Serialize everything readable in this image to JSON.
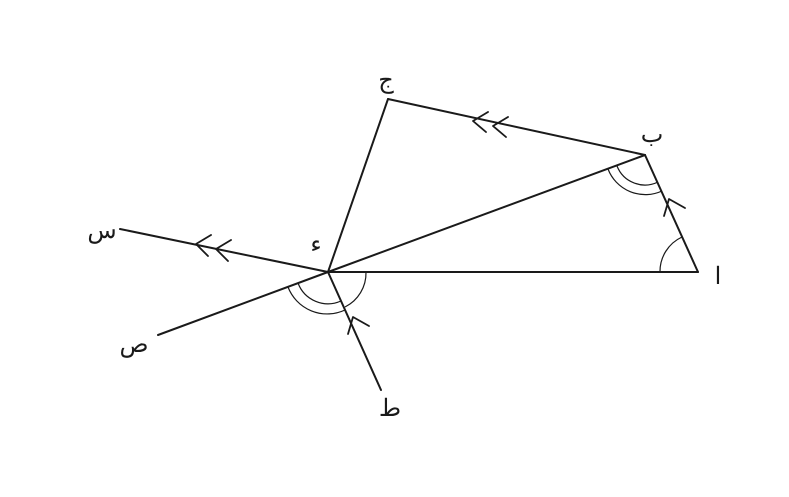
{
  "diagram": {
    "points": {
      "alef": "ا",
      "beh": "ب",
      "jeem": "ج",
      "dal": "ء",
      "seen": "س",
      "sad": "ص",
      "tah": "ط"
    }
  }
}
